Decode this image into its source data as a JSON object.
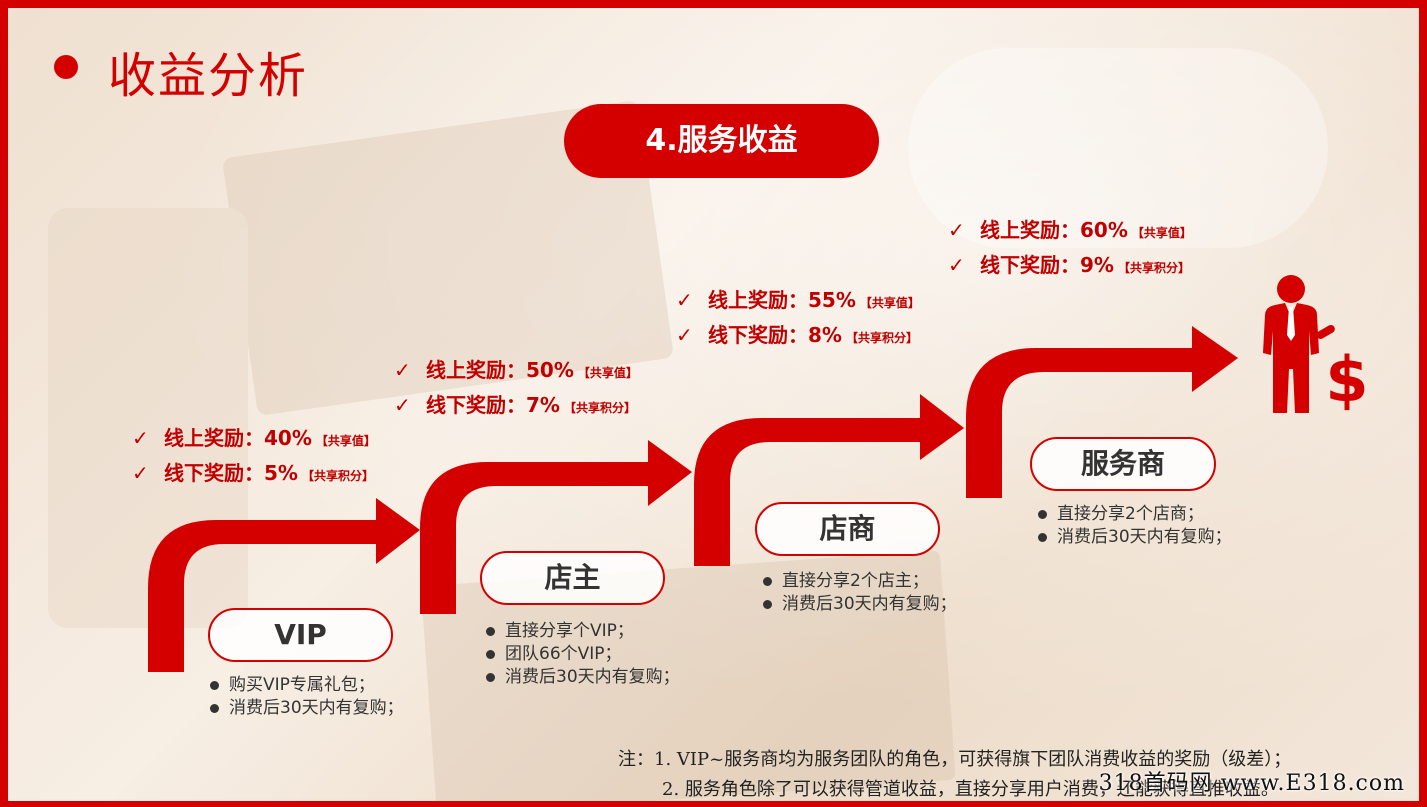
{
  "header": {
    "title": "收益分析",
    "banner": "4.服务收益"
  },
  "colors": {
    "accent": "#d40000",
    "background": "#f6ece1"
  },
  "tiers": [
    {
      "name": "VIP",
      "conditions": [
        "购买VIP专属礼包；",
        "消费后30天内有复购；"
      ],
      "online_reward": "线上奖励：40%",
      "online_tag": "【共享值】",
      "offline_reward": "线下奖励：5%",
      "offline_tag": "【共享积分】"
    },
    {
      "name": "店主",
      "conditions": [
        "直接分享个VIP；",
        "团队66个VIP；",
        "消费后30天内有复购；"
      ],
      "online_reward": "线上奖励：50%",
      "online_tag": "【共享值】",
      "offline_reward": "线下奖励：7%",
      "offline_tag": "【共享积分】"
    },
    {
      "name": "店商",
      "conditions": [
        "直接分享2个店主；",
        "消费后30天内有复购；"
      ],
      "online_reward": "线上奖励：55%",
      "online_tag": "【共享值】",
      "offline_reward": "线下奖励：8%",
      "offline_tag": "【共享积分】"
    },
    {
      "name": "服务商",
      "conditions": [
        "直接分享2个店商；",
        "消费后30天内有复购；"
      ],
      "online_reward": "线上奖励：60%",
      "online_tag": "【共享值】",
      "offline_reward": "线下奖励：9%",
      "offline_tag": "【共享积分】"
    }
  ],
  "check_mark": "✓",
  "icons": [
    "businessman-dollar-icon",
    "check-icon",
    "bullet-dot-icon"
  ],
  "notes": [
    "注：1. VIP~服务商均为服务团队的角色，可获得旗下团队消费收益的奖励（级差）；",
    "2. 服务角色除了可以获得管道收益，直接分享用户消费，还能获得直推收益。"
  ],
  "watermark": "318首码网 www.E318.com"
}
